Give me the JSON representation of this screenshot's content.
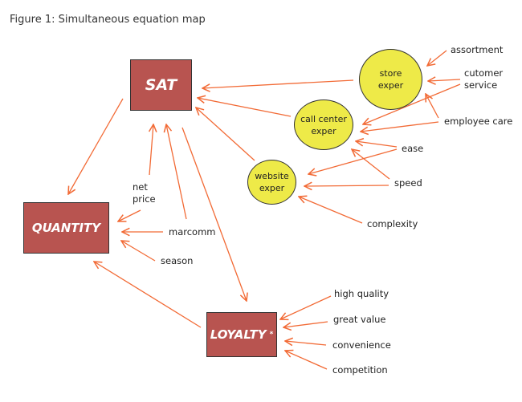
{
  "title": "Figure 1: Simultaneous equation map",
  "nodes": {
    "sat": "SAT",
    "quantity": "QUANTITY",
    "loyalty": "LOYALTY",
    "loyalty_mark": "*",
    "store": "store\nexper",
    "call_center": "call center\nexper",
    "website": "website\nexper"
  },
  "labels": {
    "assortment": "assortment",
    "customer_service": "cutomer\nservice",
    "employee_care": "employee care",
    "ease": "ease",
    "speed": "speed",
    "complexity": "complexity",
    "net_price": "net\nprice",
    "marcomm": "marcomm",
    "season": "season",
    "high_quality": "high quality",
    "great_value": "great value",
    "convenience": "convenience",
    "competition": "competition"
  },
  "colors": {
    "arrow": "#f26a35",
    "box": "#b85450",
    "circle": "#eeea48"
  }
}
